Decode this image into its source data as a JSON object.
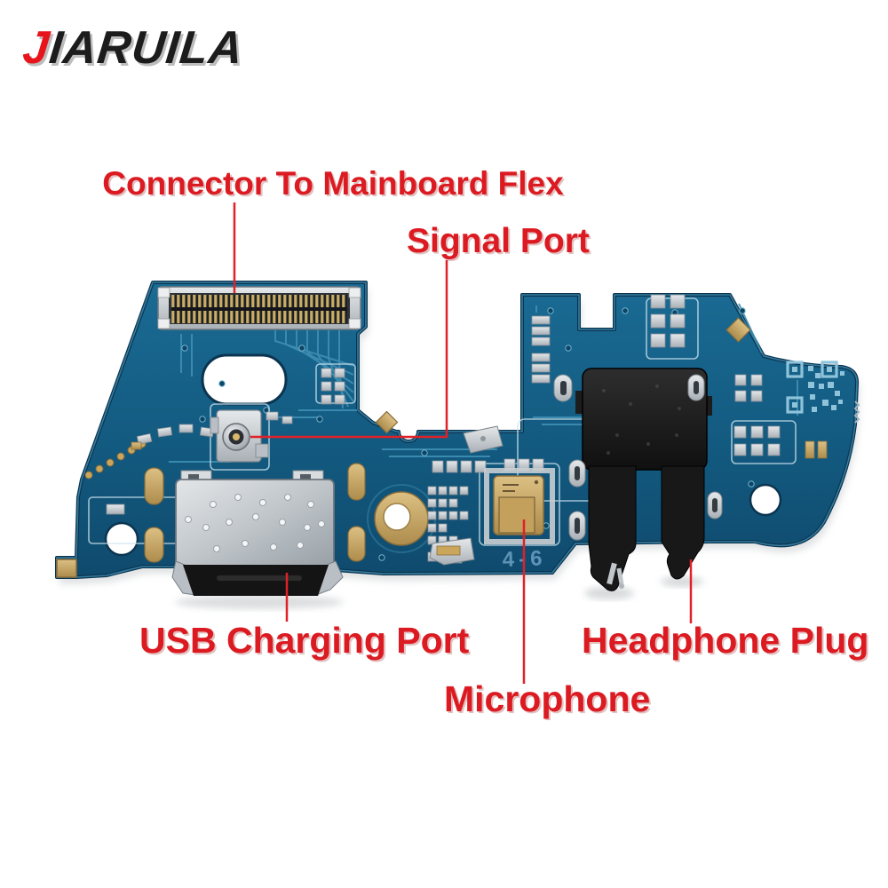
{
  "logo": {
    "first_letter": "J",
    "rest": "IARUILA"
  },
  "labels": {
    "connector": "Connector To Mainboard Flex",
    "signal": "Signal Port",
    "usb": "USB Charging Port",
    "microphone": "Microphone",
    "headphone": "Headphone Plug"
  },
  "board": {
    "silkscreen_text": "4-6"
  },
  "colors": {
    "label_red": "#dc1a21",
    "logo_red": "#e8141c",
    "logo_dark": "#1c1c1c",
    "pcb_teal": "#15608a",
    "pcb_edge_dark": "#0b3450",
    "trace_blue": "#4c96ba",
    "gold": "#c9a55e",
    "silver": "#c9cdd1",
    "component_black": "#141414"
  }
}
